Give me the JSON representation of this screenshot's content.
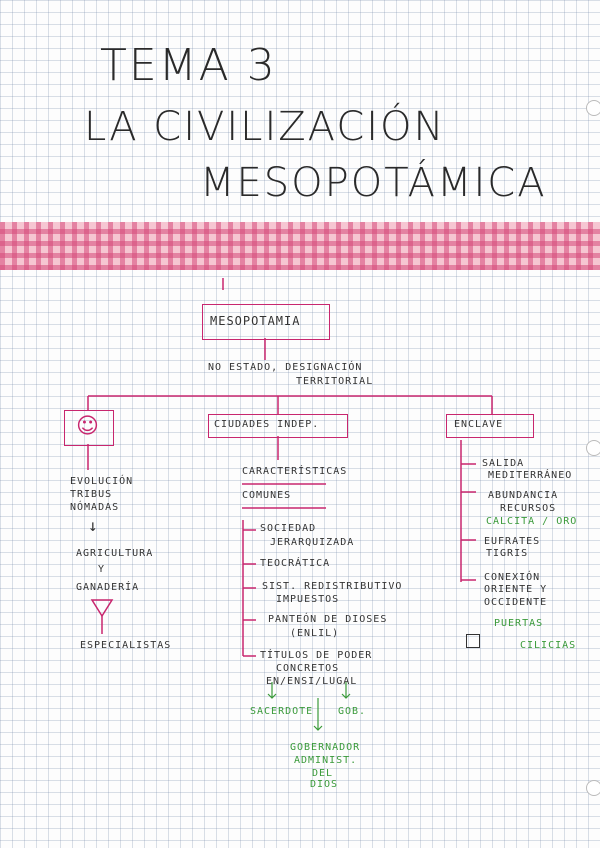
{
  "header": {
    "tema": "TEMA 3",
    "title_line1": "LA CIVILIZACIÓN",
    "title_line2": "MESOPOTÁMICA"
  },
  "map": {
    "root": "MESOPOTAMIA",
    "root_note_line1": "NO ESTADO, DESIGNACIÓN",
    "root_note_line2": "TERRITORIAL",
    "left": {
      "line1": "EVOLUCIÓN",
      "line2": "TRIBUS",
      "line3": "NÓMADAS",
      "arrow1": "↓",
      "agri": "AGRICULTURA",
      "y": "Y",
      "gana": "GANADERÍA",
      "espec": "ESPECIALISTAS"
    },
    "center": {
      "box": "CIUDADES INDEP.",
      "car": "CARACTERÍSTICAS",
      "com": "COMUNES",
      "items": [
        {
          "l1": "SOCIEDAD",
          "l2": "JERARQUIZADA"
        },
        {
          "l1": "TEOCRÁTICA",
          "l2": ""
        },
        {
          "l1": "SIST. REDISTRIBUTIVO",
          "l2": "IMPUESTOS"
        },
        {
          "l1": "PANTEÓN DE DIOSES",
          "l2": "(ENLIL)"
        },
        {
          "l1": "TÍTULOS DE PODER",
          "l2": "CONCRETOS",
          "l3": "EN/ENSI/LUGAL"
        }
      ],
      "sacerdote": "SACERDOTE",
      "gob": "GOB.",
      "gov_l1": "GOBERNADOR",
      "gov_l2": "ADMINIST.",
      "gov_l3": "DEL",
      "gov_l4": "DIOS"
    },
    "right": {
      "box": "ENCLAVE",
      "items": [
        {
          "l1": "SALIDA",
          "l2": "MEDITERRÁNEO"
        },
        {
          "l1": "ABUNDANCIA",
          "l2": "RECURSOS",
          "l3": "CALCITA / ORO"
        },
        {
          "l1": "EUFRATES",
          "l2": "TIGRIS"
        },
        {
          "l1": "CONEXIÓN",
          "l2": "ORIENTE Y",
          "l3": "OCCIDENTE"
        }
      ],
      "puertas": "PUERTAS",
      "cilicias": "CILICIAS"
    }
  },
  "colors": {
    "pink": "#c8266e",
    "band": "#f6c6d2",
    "green": "#3a9a3a"
  }
}
